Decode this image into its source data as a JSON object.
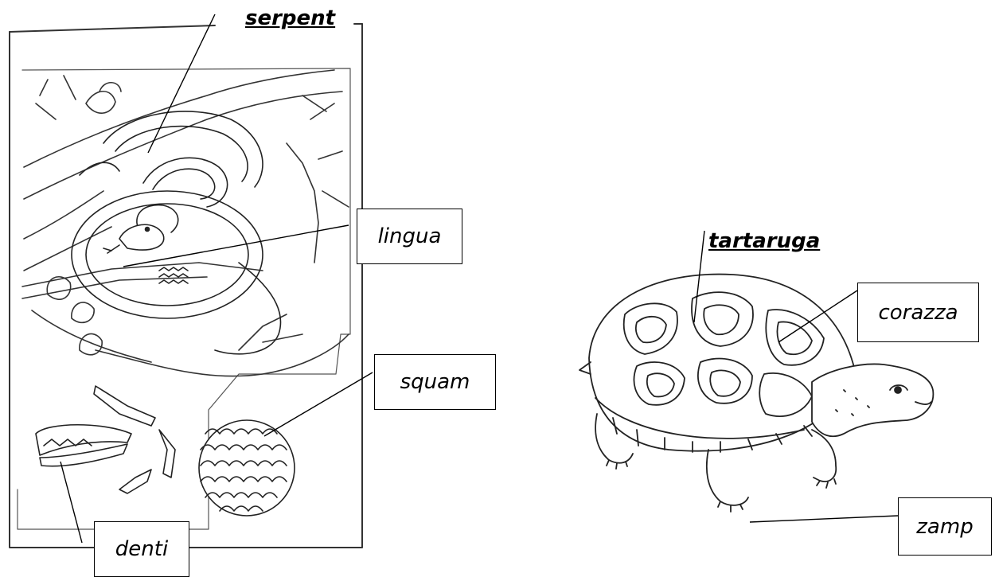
{
  "titles": {
    "snake": "serpent",
    "turtle": "tartaruga"
  },
  "labels": {
    "lingua": "lingua",
    "squam": "squam",
    "denti": "denti",
    "corazza": "corazza",
    "zamp": "zamp"
  }
}
